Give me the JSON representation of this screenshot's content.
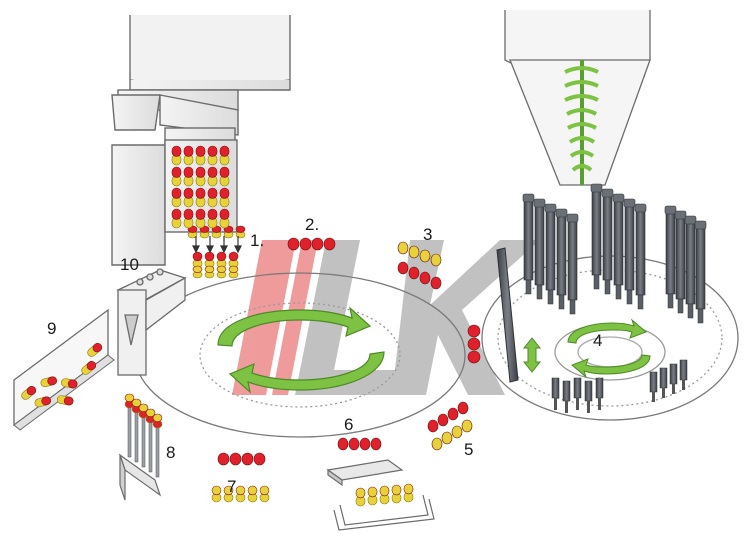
{
  "labels": {
    "s1": "1.",
    "s2": "2.",
    "s3": "3",
    "s4": "4",
    "s5": "5",
    "s6": "6",
    "s7": "7",
    "s8": "8",
    "s9": "9",
    "s10": "10"
  },
  "watermark": {
    "text": "LK"
  },
  "colors": {
    "capsule_red": "#e0202a",
    "capsule_yellow": "#e8d23a",
    "arrow_green": "#7dc242",
    "tamp_pin": "#555a60",
    "machine_line": "#6b6b6b"
  },
  "icons": {
    "rotation": "clockwise-rotation-arrow-icon",
    "vertical_motion": "up-down-arrow-icon",
    "auger": "auger-screw-icon"
  }
}
